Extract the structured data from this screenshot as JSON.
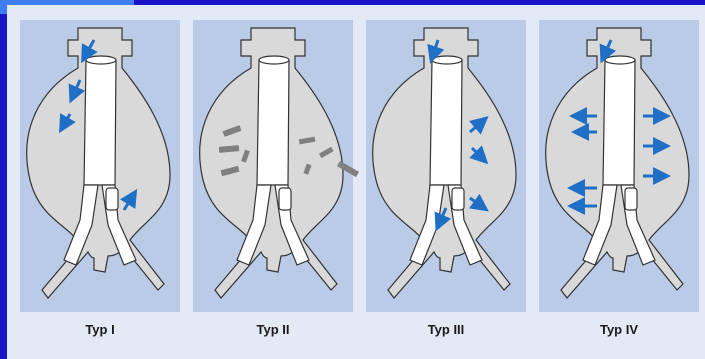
{
  "panels": [
    {
      "label": "Typ I"
    },
    {
      "label": "Typ II"
    },
    {
      "label": "Typ III"
    },
    {
      "label": "Typ IV"
    }
  ],
  "colors": {
    "outer_border": "#1a14c8",
    "corner_accent": "#3f7ef0",
    "panel_background": "#e4e9f6",
    "tile_background": "#b9cbe7",
    "aneurysm_fill": "#d9d9d9",
    "stent_fill": "#ffffff",
    "outline": "#333333",
    "leak_arrow": "#1f6fc6",
    "thrombus": "#808080"
  }
}
